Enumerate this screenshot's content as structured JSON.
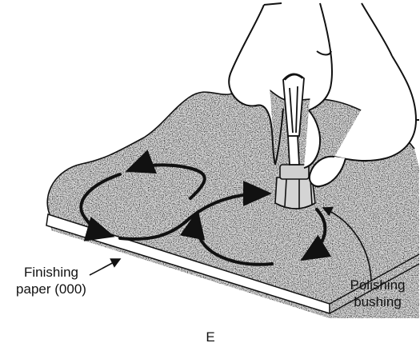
{
  "labels": {
    "finishing_line1": "Finishing",
    "finishing_line2": "paper (000)",
    "polishing_line1": "Polishing",
    "polishing_line2": "bushing"
  },
  "figure_letter": "E",
  "colors": {
    "ink": "#111111",
    "stipple": "#3a3a3a",
    "background": "#ffffff"
  },
  "icons": [
    "figure-eight-arrow-icon",
    "hand-icon",
    "screwdriver-icon",
    "leader-arrow-icon"
  ]
}
